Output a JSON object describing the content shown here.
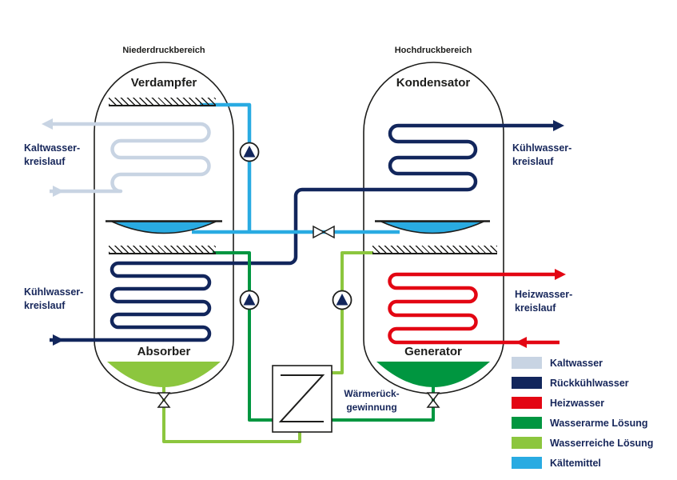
{
  "colors": {
    "kaltwasser": "#c8d4e3",
    "rueckkuehlwasser": "#12265c",
    "heizwasser": "#e30613",
    "wasserarme_loesung": "#009640",
    "wasserreiche_loesung": "#8cc63e",
    "kaeltemittel": "#29abe2",
    "outline": "#1d1d1b",
    "text_dark": "#1d1d1b",
    "text_navy": "#16265a"
  },
  "labels": {
    "niederdruck": "Niederdruckbereich",
    "hochdruck": "Hochdruckbereich",
    "verdampfer": "Verdampfer",
    "kondensator": "Kondensator",
    "absorber": "Absorber",
    "generator": "Generator",
    "kaltwasser_kreislauf": {
      "line1": "Kaltwasser-",
      "line2": "kreislauf"
    },
    "kuehlwasser_kreislauf_links": {
      "line1": "Kühlwasser-",
      "line2": "kreislauf"
    },
    "kuehlwasser_kreislauf_rechts": {
      "line1": "Kühlwasser-",
      "line2": "kreislauf"
    },
    "heizwasser_kreislauf": {
      "line1": "Heizwasser-",
      "line2": "kreislauf"
    },
    "waermerueckgewinnung": {
      "line1": "Wärmerück-",
      "line2": "gewinnung"
    }
  },
  "legend": {
    "items": [
      {
        "label": "Kaltwasser",
        "color": "#c8d4e3"
      },
      {
        "label": "Rückkühlwasser",
        "color": "#12265c"
      },
      {
        "label": "Heizwasser",
        "color": "#e30613"
      },
      {
        "label": "Wasserarme Lösung",
        "color": "#009640"
      },
      {
        "label": "Wasserreiche Lösung",
        "color": "#8cc63e"
      },
      {
        "label": "Kältemittel",
        "color": "#29abe2"
      }
    ]
  }
}
